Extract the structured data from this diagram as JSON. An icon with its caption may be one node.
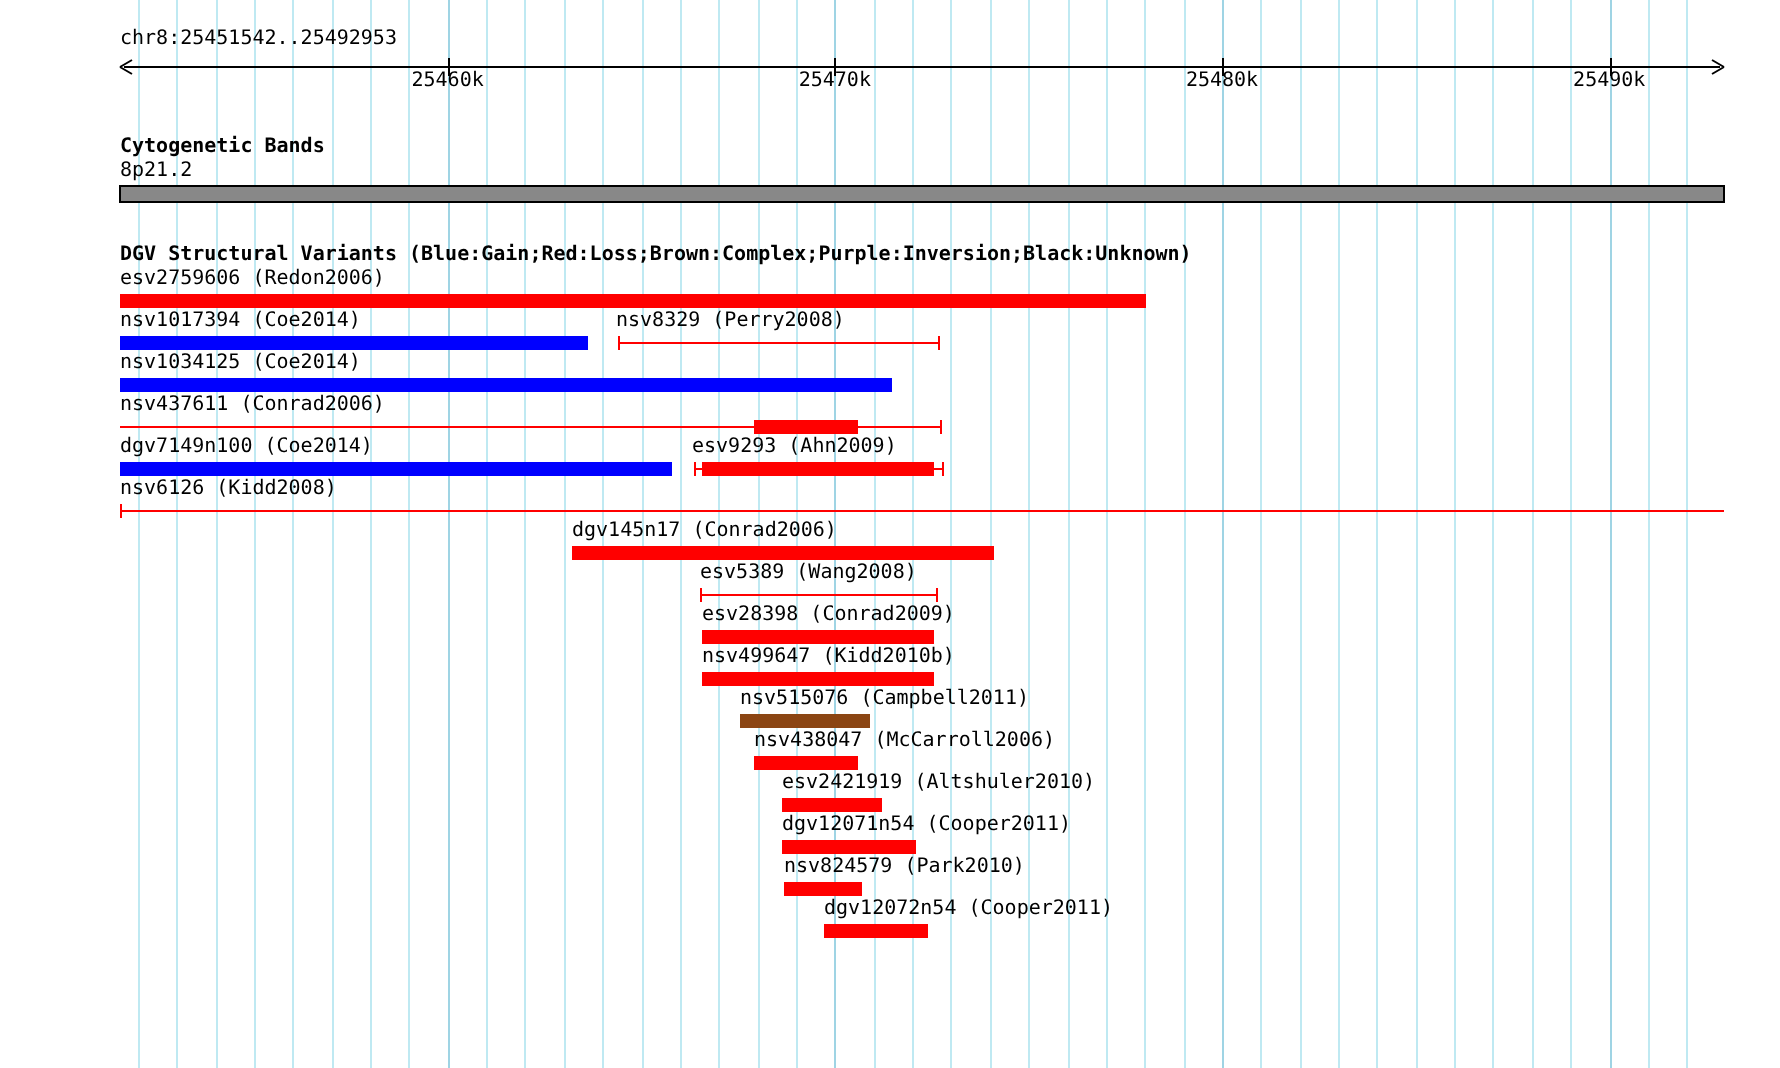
{
  "diagram": {
    "labels": [
      "chr8:25451542..25492953",
      "25460k",
      "25470k",
      "25480k",
      "25490k",
      "Cytogenetic Bands",
      "8p21.2",
      "DGV Structural Variants (Blue:Gain;Red:Loss;Brown:Complex;Purple:Inversion;Black:Unknown)",
      "esv2759606 (Redon2006)",
      "nsv1017394 (Coe2014)",
      "nsv8329 (Perry2008)",
      "nsv1034125 (Coe2014)",
      "nsv437611 (Conrad2006)",
      "dgv7149n100 (Coe2014)",
      "esv9293 (Ahn2009)",
      "nsv6126 (Kidd2008)",
      "dgv145n17 (Conrad2006)",
      "esv5389 (Wang2008)",
      "esv28398 (Conrad2009)",
      "nsv499647 (Kidd2010b)",
      "nsv515076 (Campbell2011)",
      "nsv438047 (McCarroll2006)",
      "esv2421919 (Altshuler2010)",
      "dgv12071n54 (Cooper2011)",
      "nsv824579 (Park2010)",
      "dgv12072n54 (Cooper2011)"
    ]
  }
}
